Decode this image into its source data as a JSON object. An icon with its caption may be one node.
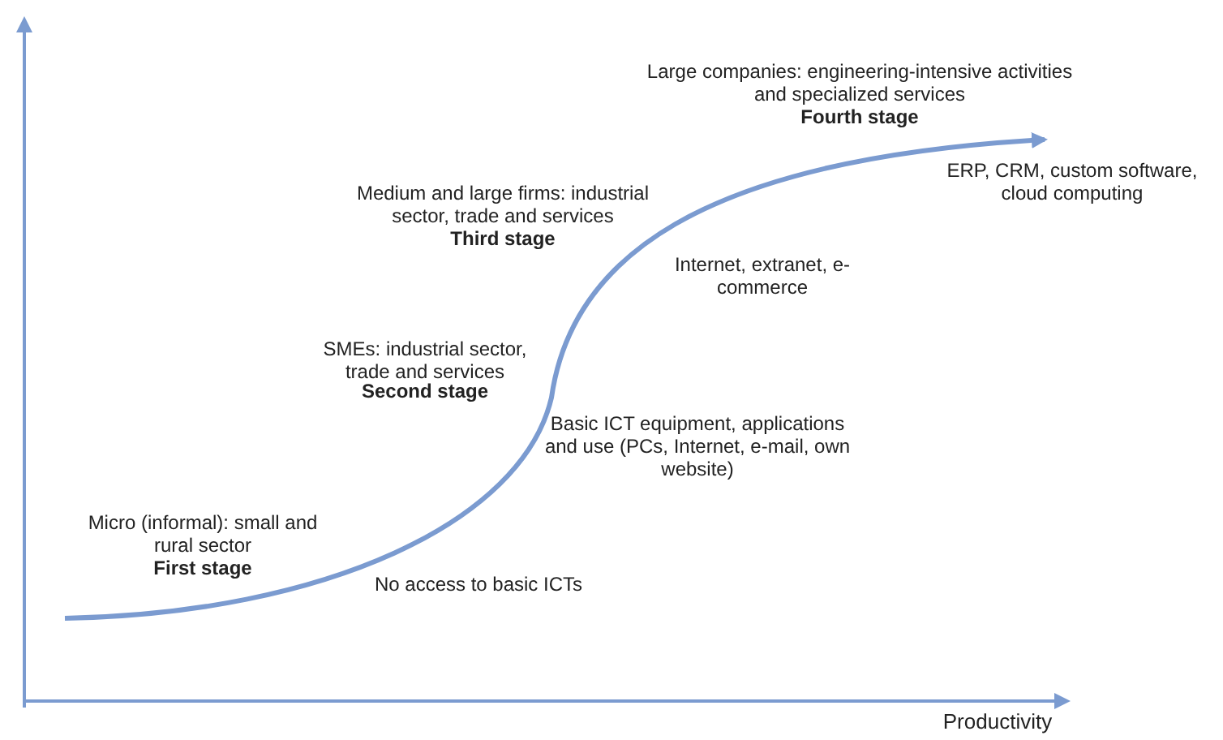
{
  "diagram": {
    "labels": [
      "Large companies: engineering-intensive activities and specialized services",
      "Fourth stage",
      "ERP, CRM, custom software, cloud computing",
      "Medium and large firms: industrial sector, trade and services",
      "Third stage",
      "Internet, extranet, e-commerce",
      "SMEs: industrial sector, trade and services",
      "Second stage",
      "Basic ICT equipment, applications and use (PCs, Internet, e-mail, own website)",
      "Micro (informal): small and rural sector",
      "First stage",
      "No access to basic ICTs",
      "Productivity"
    ]
  }
}
